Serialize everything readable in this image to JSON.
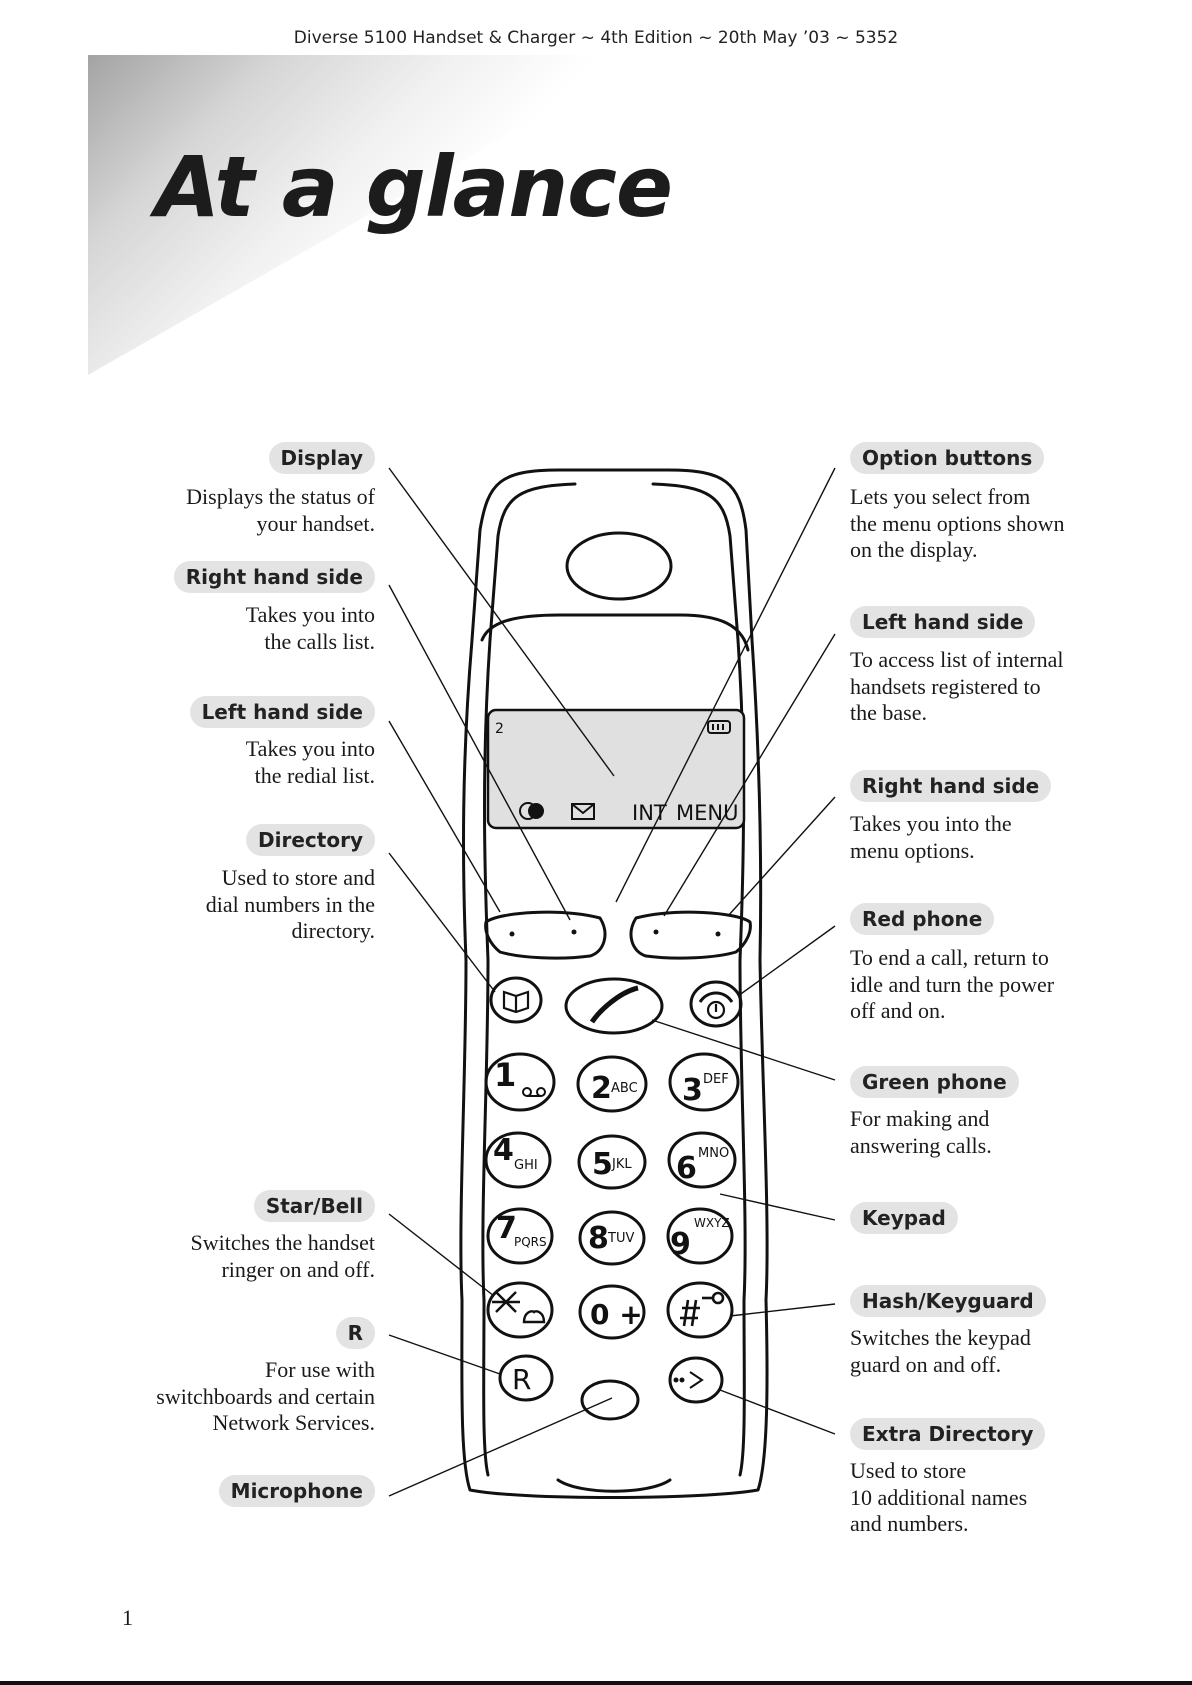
{
  "header": {
    "running_head": "Diverse 5100 Handset & Charger ~ 4th Edition ~ 20th May ’03 ~ 5352"
  },
  "page_title": "At a glance",
  "page_number": "1",
  "left_callouts": [
    {
      "label": "Display",
      "desc": "Displays the status of\nyour handset."
    },
    {
      "label": "Right hand side",
      "desc": "Takes you into\nthe calls list."
    },
    {
      "label": "Left hand side",
      "desc": "Takes you into\nthe redial list."
    },
    {
      "label": "Directory",
      "desc": "Used to store and\ndial numbers in the\ndirectory."
    },
    {
      "label": "Star/Bell",
      "desc": "Switches the handset\nringer on and off."
    },
    {
      "label": "R",
      "desc": "For use with\nswitchboards and certain\nNetwork Services."
    },
    {
      "label": "Microphone",
      "desc": ""
    }
  ],
  "right_callouts": [
    {
      "label": "Option buttons",
      "desc": "Lets you select from\nthe menu options shown\non the display."
    },
    {
      "label": "Left hand side",
      "desc": "To access list of internal\nhandsets registered to\nthe base."
    },
    {
      "label": "Right hand side",
      "desc": "Takes you into the\nmenu options."
    },
    {
      "label": "Red phone",
      "desc": "To end a call, return to\nidle and turn the power\noff and on."
    },
    {
      "label": "Green phone",
      "desc": "For making and\nanswering calls."
    },
    {
      "label": "Keypad",
      "desc": ""
    },
    {
      "label": "Hash/Keyguard",
      "desc": "Switches the keypad\nguard on and off."
    },
    {
      "label": "Extra Directory",
      "desc": "Used to store\n10 additional names\nand numbers."
    }
  ],
  "phone": {
    "display": {
      "handset_number": "2",
      "softkey_left": "INT",
      "softkey_right": "MENU"
    },
    "keys": [
      {
        "digit": "1",
        "letters": ""
      },
      {
        "digit": "2",
        "letters": "ABC"
      },
      {
        "digit": "3",
        "letters": "DEF"
      },
      {
        "digit": "4",
        "letters": "GHI"
      },
      {
        "digit": "5",
        "letters": "JKL"
      },
      {
        "digit": "6",
        "letters": "MNO"
      },
      {
        "digit": "7",
        "letters": "PQRS"
      },
      {
        "digit": "8",
        "letters": "TUV"
      },
      {
        "digit": "9",
        "letters": "WXYZ"
      },
      {
        "digit": "0 +",
        "letters": ""
      },
      {
        "digit": "R",
        "letters": ""
      }
    ]
  }
}
